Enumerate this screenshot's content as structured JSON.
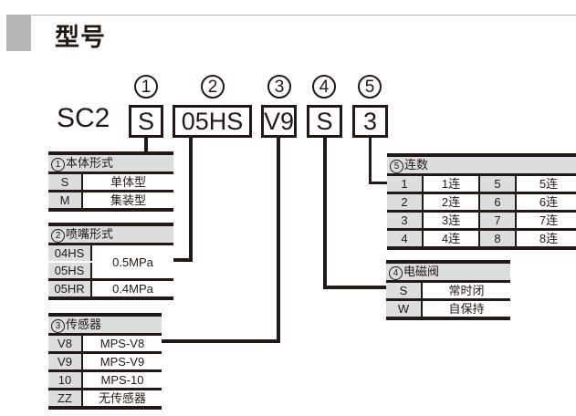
{
  "title": "型号",
  "model": {
    "prefix": "SC2",
    "segments": [
      {
        "index": "1",
        "code": "S"
      },
      {
        "index": "2",
        "code": "05HS"
      },
      {
        "index": "3",
        "code": "V9"
      },
      {
        "index": "4",
        "code": "S"
      },
      {
        "index": "5",
        "code": "3"
      }
    ]
  },
  "tables": {
    "body_type": {
      "index": "1",
      "title": "本体形式",
      "rows": [
        {
          "code": "S",
          "value": "单体型"
        },
        {
          "code": "M",
          "value": "集装型"
        }
      ]
    },
    "nozzle_type": {
      "index": "2",
      "title": "喷嘴形式",
      "rows": [
        {
          "codes": [
            "04HS",
            "05HS"
          ],
          "value": "0.5MPa"
        },
        {
          "codes": [
            "05HR"
          ],
          "value": "0.4MPa"
        }
      ]
    },
    "sensor": {
      "index": "3",
      "title": "传感器",
      "rows": [
        {
          "code": "V8",
          "value": "MPS-V8"
        },
        {
          "code": "V9",
          "value": "MPS-V9"
        },
        {
          "code": "10",
          "value": "MPS-10"
        },
        {
          "code": "ZZ",
          "value": "无传感器"
        }
      ]
    },
    "solenoid_valve": {
      "index": "4",
      "title": "电磁阀",
      "rows": [
        {
          "code": "S",
          "value": "常时闭"
        },
        {
          "code": "W",
          "value": "自保持"
        }
      ]
    },
    "station_count": {
      "index": "5",
      "title": "连数",
      "rows": [
        {
          "code1": "1",
          "value1": "1连",
          "code2": "5",
          "value2": "5连"
        },
        {
          "code1": "2",
          "value1": "2连",
          "code2": "6",
          "value2": "6连"
        },
        {
          "code1": "3",
          "value1": "3连",
          "code2": "7",
          "value2": "7连"
        },
        {
          "code1": "4",
          "value1": "4连",
          "code2": "8",
          "value2": "8连"
        }
      ]
    }
  }
}
